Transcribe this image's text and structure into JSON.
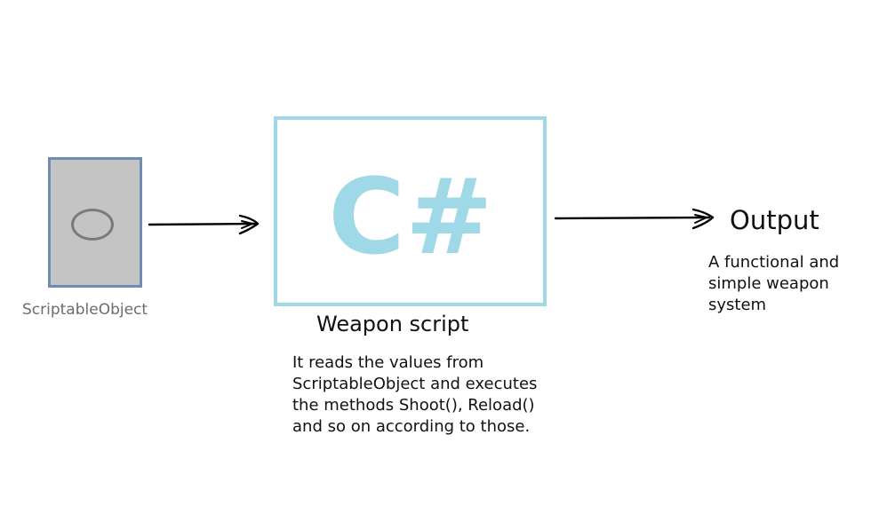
{
  "nodes": {
    "scriptable_object": {
      "label": "ScriptableObject",
      "fill_color": "#c4c4c4",
      "border_color": "#6f8db2",
      "icon": "ellipse-icon"
    },
    "weapon_script": {
      "logo_text": "C#",
      "logo_color": "#9fd8e6",
      "title": "Weapon script",
      "description": "It reads the values from ScriptableObject and executes the methods Shoot(), Reload() and so on according to those."
    },
    "output": {
      "title": "Output",
      "description": "A functional and simple weapon system"
    }
  },
  "edges": [
    {
      "from": "scriptable_object",
      "to": "weapon_script"
    },
    {
      "from": "weapon_script",
      "to": "output"
    }
  ]
}
